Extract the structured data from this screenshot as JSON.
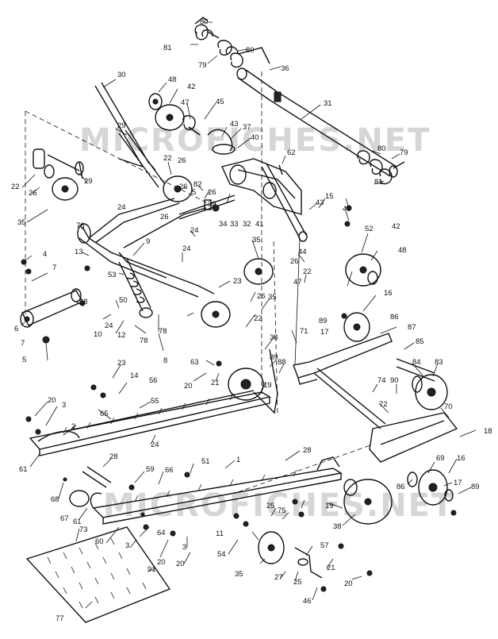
{
  "watermarks": [
    "MICROFICHES.NET",
    "MICROFICHES.NET"
  ],
  "callouts": [
    {
      "id": "c80a",
      "text": "80"
    },
    {
      "id": "c81a",
      "text": "81"
    },
    {
      "id": "c79a",
      "text": "79"
    },
    {
      "id": "c80b",
      "text": "80"
    },
    {
      "id": "c36",
      "text": "36"
    },
    {
      "id": "c30",
      "text": "30"
    },
    {
      "id": "c48a",
      "text": "48"
    },
    {
      "id": "c42a",
      "text": "42"
    },
    {
      "id": "c47a",
      "text": "47"
    },
    {
      "id": "c45",
      "text": "45"
    },
    {
      "id": "c31",
      "text": "31"
    },
    {
      "id": "c29a",
      "text": "29"
    },
    {
      "id": "c43",
      "text": "43"
    },
    {
      "id": "c37",
      "text": "37"
    },
    {
      "id": "c40",
      "text": "40"
    },
    {
      "id": "c80c",
      "text": "80"
    },
    {
      "id": "c79b",
      "text": "79"
    },
    {
      "id": "c62",
      "text": "62"
    },
    {
      "id": "c81b",
      "text": "81"
    },
    {
      "id": "c22a",
      "text": "22"
    },
    {
      "id": "c26a",
      "text": "26"
    },
    {
      "id": "c22b",
      "text": "22"
    },
    {
      "id": "c26b",
      "text": "26"
    },
    {
      "id": "c29b",
      "text": "29"
    },
    {
      "id": "c35a",
      "text": "35"
    },
    {
      "id": "c26c",
      "text": "26"
    },
    {
      "id": "c82",
      "text": "82"
    },
    {
      "id": "c5a",
      "text": "5"
    },
    {
      "id": "c24a",
      "text": "24"
    },
    {
      "id": "c26d",
      "text": "26"
    },
    {
      "id": "c39",
      "text": "39"
    },
    {
      "id": "c34",
      "text": "34"
    },
    {
      "id": "c33",
      "text": "33"
    },
    {
      "id": "c32",
      "text": "32"
    },
    {
      "id": "c41",
      "text": "41"
    },
    {
      "id": "c15",
      "text": "15"
    },
    {
      "id": "c43b",
      "text": "43"
    },
    {
      "id": "c49",
      "text": "49"
    },
    {
      "id": "c76",
      "text": "76"
    },
    {
      "id": "c26e",
      "text": "26"
    },
    {
      "id": "c24b",
      "text": "24"
    },
    {
      "id": "c35b",
      "text": "35"
    },
    {
      "id": "c52",
      "text": "52"
    },
    {
      "id": "c42b",
      "text": "42"
    },
    {
      "id": "c4",
      "text": "4"
    },
    {
      "id": "c13",
      "text": "13"
    },
    {
      "id": "c9",
      "text": "9"
    },
    {
      "id": "c24c",
      "text": "24"
    },
    {
      "id": "c44",
      "text": "44"
    },
    {
      "id": "c48b",
      "text": "48"
    },
    {
      "id": "c26f",
      "text": "26"
    },
    {
      "id": "c22c",
      "text": "22"
    },
    {
      "id": "c7a",
      "text": "7"
    },
    {
      "id": "c53",
      "text": "53"
    },
    {
      "id": "c23a",
      "text": "23"
    },
    {
      "id": "c47b",
      "text": "47"
    },
    {
      "id": "c35c",
      "text": "35"
    },
    {
      "id": "c26g",
      "text": "26"
    },
    {
      "id": "c6",
      "text": "6"
    },
    {
      "id": "c58",
      "text": "58"
    },
    {
      "id": "c50",
      "text": "50"
    },
    {
      "id": "c24d",
      "text": "24"
    },
    {
      "id": "c16a",
      "text": "16"
    },
    {
      "id": "c7b",
      "text": "7"
    },
    {
      "id": "c10",
      "text": "10"
    },
    {
      "id": "c12",
      "text": "12"
    },
    {
      "id": "c78a",
      "text": "78"
    },
    {
      "id": "c89a",
      "text": "89"
    },
    {
      "id": "c17a",
      "text": "17"
    },
    {
      "id": "c86a",
      "text": "86"
    },
    {
      "id": "c87",
      "text": "87"
    },
    {
      "id": "c5b",
      "text": "5"
    },
    {
      "id": "c78b",
      "text": "78"
    },
    {
      "id": "c8",
      "text": "8"
    },
    {
      "id": "c22d",
      "text": "22"
    },
    {
      "id": "c71",
      "text": "71"
    },
    {
      "id": "c85",
      "text": "85"
    },
    {
      "id": "c38a",
      "text": "38"
    },
    {
      "id": "c63",
      "text": "63"
    },
    {
      "id": "c89b",
      "text": "89"
    },
    {
      "id": "c88",
      "text": "88"
    },
    {
      "id": "c84",
      "text": "84"
    },
    {
      "id": "c83",
      "text": "83"
    },
    {
      "id": "c23b",
      "text": "23"
    },
    {
      "id": "c20a",
      "text": "20"
    },
    {
      "id": "c21a",
      "text": "21"
    },
    {
      "id": "c19a",
      "text": "19"
    },
    {
      "id": "c74",
      "text": "74"
    },
    {
      "id": "c90",
      "text": "90"
    },
    {
      "id": "c14",
      "text": "14"
    },
    {
      "id": "c56",
      "text": "56"
    },
    {
      "id": "c55",
      "text": "55"
    },
    {
      "id": "c72",
      "text": "72"
    },
    {
      "id": "c70",
      "text": "70"
    },
    {
      "id": "c20b",
      "text": "20"
    },
    {
      "id": "c3a",
      "text": "3"
    },
    {
      "id": "c65",
      "text": "65"
    },
    {
      "id": "c2",
      "text": "2"
    },
    {
      "id": "c18",
      "text": "18"
    },
    {
      "id": "c61a",
      "text": "61"
    },
    {
      "id": "c24e",
      "text": "24"
    },
    {
      "id": "c28a",
      "text": "28"
    },
    {
      "id": "c51",
      "text": "51"
    },
    {
      "id": "c1",
      "text": "1"
    },
    {
      "id": "c28b",
      "text": "28"
    },
    {
      "id": "c69",
      "text": "69"
    },
    {
      "id": "c16b",
      "text": "16"
    },
    {
      "id": "c68",
      "text": "68"
    },
    {
      "id": "c59",
      "text": "59"
    },
    {
      "id": "c66",
      "text": "66"
    },
    {
      "id": "c17b",
      "text": "17"
    },
    {
      "id": "c89c",
      "text": "89"
    },
    {
      "id": "c86b",
      "text": "86"
    },
    {
      "id": "c67",
      "text": "67"
    },
    {
      "id": "c61b",
      "text": "61"
    },
    {
      "id": "c25a",
      "text": "25"
    },
    {
      "id": "c75",
      "text": "75"
    },
    {
      "id": "c19b",
      "text": "19"
    },
    {
      "id": "c38b",
      "text": "38"
    },
    {
      "id": "c73",
      "text": "73"
    },
    {
      "id": "c60",
      "text": "60"
    },
    {
      "id": "c3b",
      "text": "3"
    },
    {
      "id": "c64",
      "text": "64"
    },
    {
      "id": "c11",
      "text": "11"
    },
    {
      "id": "c20c",
      "text": "20"
    },
    {
      "id": "c3c",
      "text": "3"
    },
    {
      "id": "c54",
      "text": "54"
    },
    {
      "id": "c57",
      "text": "57"
    },
    {
      "id": "c20d",
      "text": "20"
    },
    {
      "id": "c35d",
      "text": "35"
    },
    {
      "id": "c27",
      "text": "27"
    },
    {
      "id": "c25b",
      "text": "25"
    },
    {
      "id": "c21b",
      "text": "21"
    },
    {
      "id": "c91",
      "text": "91"
    },
    {
      "id": "c20e",
      "text": "20"
    },
    {
      "id": "c46",
      "text": "46"
    },
    {
      "id": "c77",
      "text": "77"
    }
  ]
}
